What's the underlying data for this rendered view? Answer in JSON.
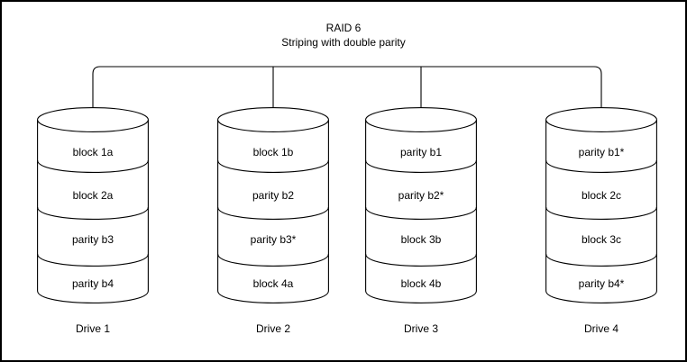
{
  "title": {
    "line1": "RAID 6",
    "line2": "Striping with double parity"
  },
  "colors": {
    "stroke": "#000000",
    "background": "#ffffff"
  },
  "drives": [
    {
      "label": "Drive 1",
      "blocks": [
        "block 1a",
        "block 2a",
        "parity b3",
        "parity b4"
      ]
    },
    {
      "label": "Drive 2",
      "blocks": [
        "block 1b",
        "parity b2",
        "parity b3*",
        "block 4a"
      ]
    },
    {
      "label": "Drive 3",
      "blocks": [
        "parity b1",
        "parity b2*",
        "block 3b",
        "block 4b"
      ]
    },
    {
      "label": "Drive 4",
      "blocks": [
        "parity b1*",
        "block 2c",
        "block 3c",
        "parity b4*"
      ]
    }
  ]
}
